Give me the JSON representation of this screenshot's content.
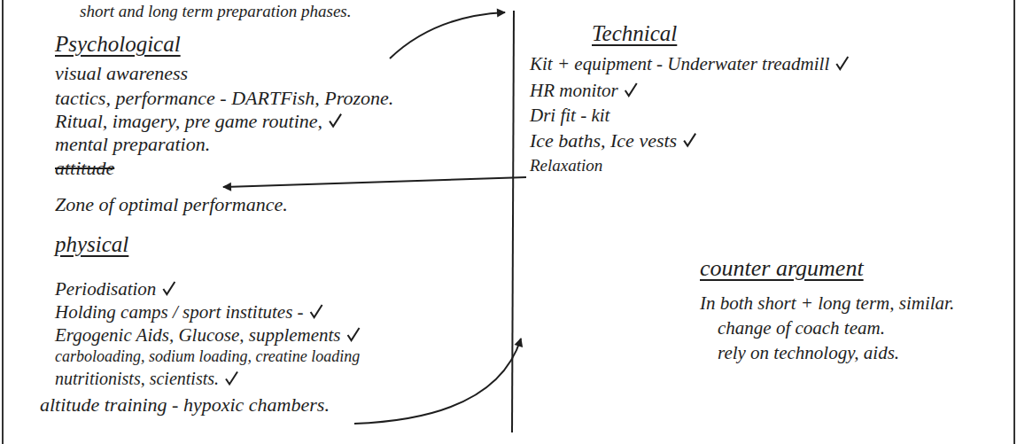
{
  "diagram": {
    "labels": [
      "short and long term preparation phases.",
      "Psychological",
      "visual awareness",
      "tactics, performance - DARTFish, Prozone.",
      "Ritual, imagery, pre game routine,",
      "mental preparation.",
      "attitude",
      "Zone of optimal performance.",
      "physical",
      "Periodisation",
      "Holding camps / sport institutes -",
      "Ergogenic Aids, Glucose, supplements",
      "carboloading, sodium loading, creatine loading",
      "nutritionists, scientists.",
      "altitude training - hypoxic chambers.",
      "Technical",
      "Kit + equipment - Underwater treadmill",
      "HR monitor",
      "Dri fit - kit",
      "Ice baths, Ice vests",
      "Relaxation",
      "counter argument",
      "In both short + long term, similar.",
      "change of coach team.",
      "rely on technology, aids."
    ]
  }
}
